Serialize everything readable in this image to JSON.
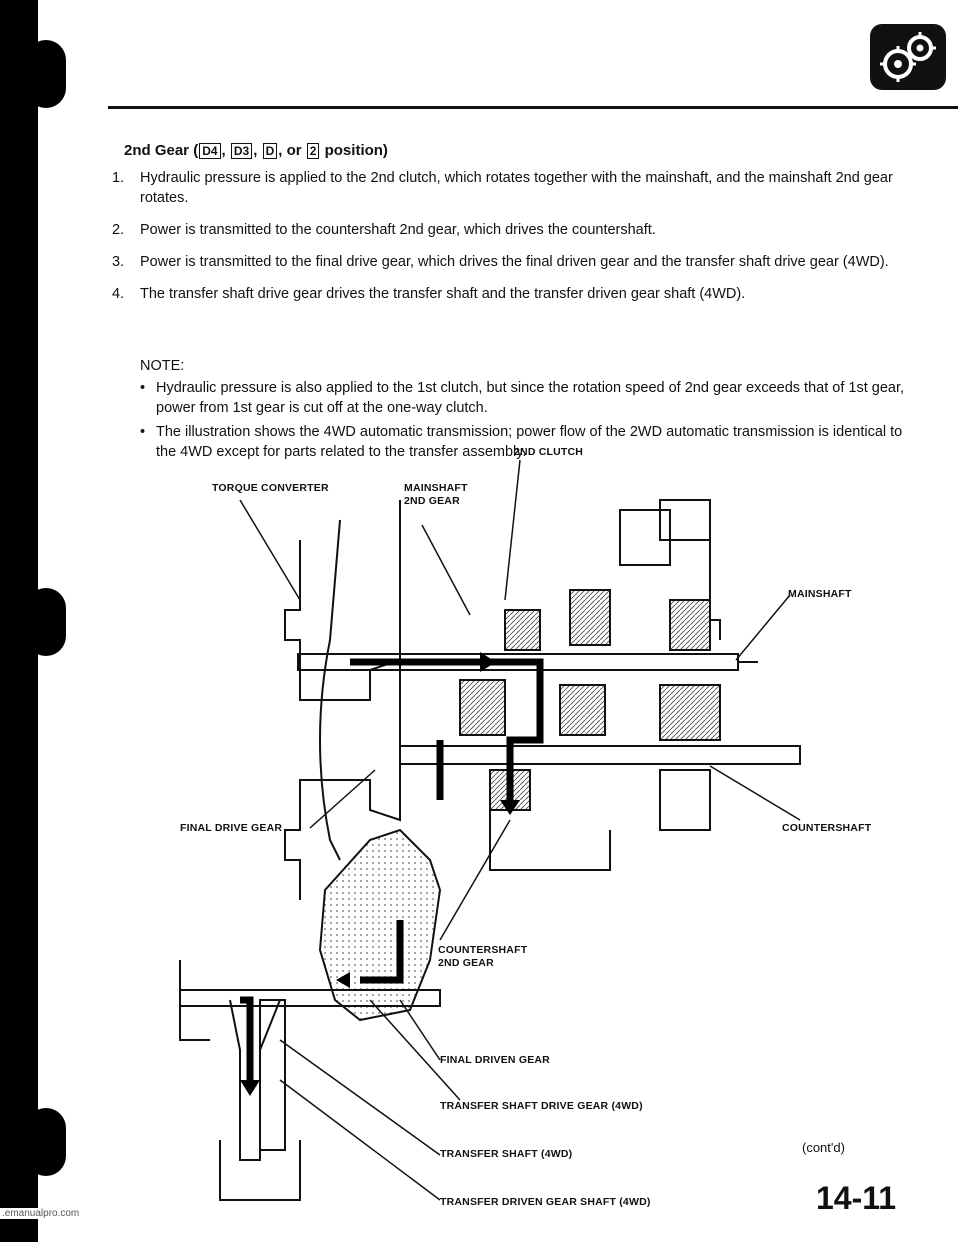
{
  "heading": {
    "prefix": "2nd Gear (",
    "positions": [
      "D4",
      "D3",
      "D",
      "2"
    ],
    "or_word": "or",
    "suffix": "position)"
  },
  "steps": [
    {
      "num": "1.",
      "text": "Hydraulic pressure is applied to the 2nd clutch, which rotates together with the mainshaft, and the mainshaft 2nd gear rotates."
    },
    {
      "num": "2.",
      "text": "Power is transmitted to the countershaft 2nd gear, which drives the countershaft."
    },
    {
      "num": "3.",
      "text": "Power is transmitted to the final drive gear, which drives the final driven gear and the transfer shaft drive gear (4WD)."
    },
    {
      "num": "4.",
      "text": "The transfer shaft drive gear drives the transfer shaft and the transfer driven gear shaft (4WD)."
    }
  ],
  "note": {
    "title": "NOTE:",
    "items": [
      "Hydraulic pressure is also applied to the 1st clutch, but since the rotation speed of 2nd gear exceeds that of 1st gear, power from 1st gear is cut off at the one-way clutch.",
      "The illustration shows the 4WD automatic transmission; power flow of the 2WD automatic transmission is identical to the 4WD except for parts related to the transfer assembly."
    ]
  },
  "labels": {
    "torque_converter": "TORQUE CONVERTER",
    "clutch_2nd": "2ND CLUTCH",
    "mainshaft_2nd_gear_1": "MAINSHAFT",
    "mainshaft_2nd_gear_2": "2ND GEAR",
    "mainshaft": "MAINSHAFT",
    "final_drive_gear": "FINAL DRIVE GEAR",
    "countershaft": "COUNTERSHAFT",
    "countershaft_2nd_gear_1": "COUNTERSHAFT",
    "countershaft_2nd_gear_2": "2ND GEAR",
    "final_driven_gear": "FINAL DRIVEN GEAR",
    "transfer_shaft_drive_gear": "TRANSFER SHAFT DRIVE GEAR (4WD)",
    "transfer_shaft": "TRANSFER SHAFT (4WD)",
    "transfer_driven_gear_shaft": "TRANSFER DRIVEN GEAR SHAFT (4WD)"
  },
  "footer": {
    "contd": "(cont'd)",
    "page_number": "14-11",
    "url": ".emanualpro.com"
  }
}
